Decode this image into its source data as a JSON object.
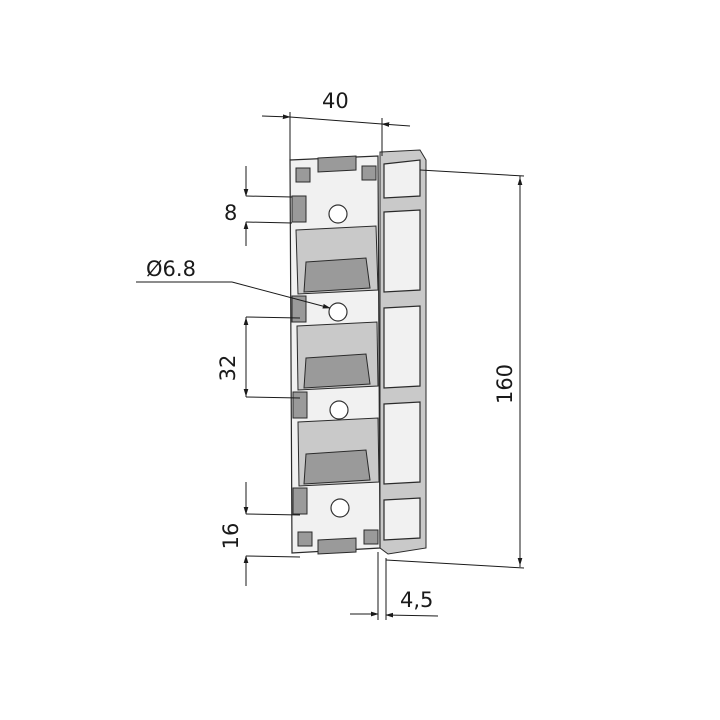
{
  "dimensions": {
    "width": "40",
    "slot_width": "8",
    "hole_diameter": "Ø6.8",
    "pitch": "32",
    "height": "160",
    "edge_offset": "16",
    "wall_thickness": "4,5"
  }
}
